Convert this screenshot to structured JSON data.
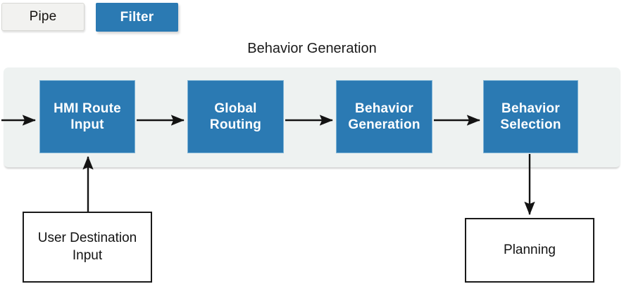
{
  "tabs": [
    {
      "id": "pipe",
      "label": "Pipe",
      "active": false
    },
    {
      "id": "filter",
      "label": "Filter",
      "active": true
    }
  ],
  "diagram": {
    "title": "Behavior Generation",
    "band_label": "",
    "process_boxes": [
      {
        "id": "hmi-route-input",
        "label": "HMI Route\nInput"
      },
      {
        "id": "global-routing",
        "label": "Global\nRouting"
      },
      {
        "id": "behavior-generation",
        "label": "Behavior\nGeneration"
      },
      {
        "id": "behavior-selection",
        "label": "Behavior\nSelection"
      }
    ],
    "plain_boxes": [
      {
        "id": "user-destination-input",
        "label": "User Destination\nInput"
      },
      {
        "id": "planning",
        "label": "Planning"
      }
    ],
    "arrows": [
      {
        "id": "input-to-hmi",
        "from": "external",
        "to": "hmi-route-input",
        "direction": "right"
      },
      {
        "id": "hmi-to-global",
        "from": "hmi-route-input",
        "to": "global-routing",
        "direction": "right"
      },
      {
        "id": "global-to-behaviorgen",
        "from": "global-routing",
        "to": "behavior-generation",
        "direction": "right"
      },
      {
        "id": "behaviorgen-to-behaviorsel",
        "from": "behavior-generation",
        "to": "behavior-selection",
        "direction": "right"
      },
      {
        "id": "userdest-to-hmi",
        "from": "user-destination-input",
        "to": "hmi-route-input",
        "direction": "up"
      },
      {
        "id": "behaviorsel-to-planning",
        "from": "behavior-selection",
        "to": "planning",
        "direction": "down"
      }
    ]
  },
  "colors": {
    "accent_blue": "#2b7ab3",
    "box_border_blue": "#7fb4d6",
    "band_background": "#eef2f1",
    "tab_inactive_background": "#f2f2f0",
    "arrow": "#131313",
    "text_dark": "#1a1a1a"
  }
}
